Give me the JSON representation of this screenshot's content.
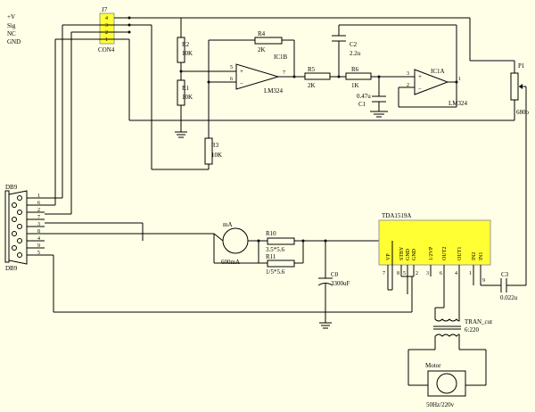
{
  "connector_j7": {
    "ref": "J7",
    "value": "CON4",
    "signals": [
      "+V",
      "Sig",
      "NC",
      "GND"
    ],
    "pins": [
      "4",
      "3",
      "2",
      "1"
    ],
    "fill_color": "#ffff33"
  },
  "resistors": {
    "r2": {
      "ref": "R2",
      "value": "10K"
    },
    "r1": {
      "ref": "R1",
      "value": "10K"
    },
    "r3": {
      "ref": "R3",
      "value": "10K"
    },
    "r4": {
      "ref": "R4",
      "value": "2K"
    },
    "r5": {
      "ref": "R5",
      "value": "2K"
    },
    "r6": {
      "ref": "R6",
      "value": "1K"
    },
    "r10": {
      "ref": "R10",
      "value": "3.5*5.6"
    },
    "r11": {
      "ref": "R11",
      "value": "1/5*5.6"
    }
  },
  "capacitors": {
    "c2": {
      "ref": "C2",
      "value": "2.2u"
    },
    "c1": {
      "ref": "C1",
      "value": "0.47u"
    },
    "c0": {
      "ref": "C0",
      "value": "3300uF"
    },
    "c3": {
      "ref": "C3",
      "value": "0.022u"
    }
  },
  "opamps": {
    "ic1b": {
      "ref": "IC1B",
      "part": "LM324",
      "pin_plus": "5",
      "pin_minus": "6",
      "pin_out": "7"
    },
    "ic1a": {
      "ref": "IC1A",
      "part": "LM324",
      "pin_plus": "3",
      "pin_minus": "2",
      "pin_out": "1"
    }
  },
  "pot_p1": {
    "ref": "P1",
    "value": "680o"
  },
  "db9": {
    "label_top": "DB9",
    "label_bottom": "DB9",
    "pins": [
      "1",
      "6",
      "2",
      "7",
      "3",
      "8",
      "4",
      "9",
      "5"
    ]
  },
  "ammeter": {
    "symbol": "mA",
    "rating": "600mA"
  },
  "ic_tda": {
    "ref": "TDA1519A",
    "fill_color": "#ffff33",
    "pin_names": [
      "VP",
      "STBY",
      "GND",
      "GND",
      "1/2VP",
      "OUT2",
      "OUT1",
      "IN2",
      "IN1"
    ],
    "pin_numbers": [
      "7",
      "8",
      "5",
      "2",
      "3",
      "6",
      "4",
      "1",
      "9"
    ]
  },
  "transformer": {
    "ref": "TRAN_cut",
    "value": "6:220"
  },
  "motor": {
    "name": "Motor",
    "rating": "50Hz/220v"
  }
}
